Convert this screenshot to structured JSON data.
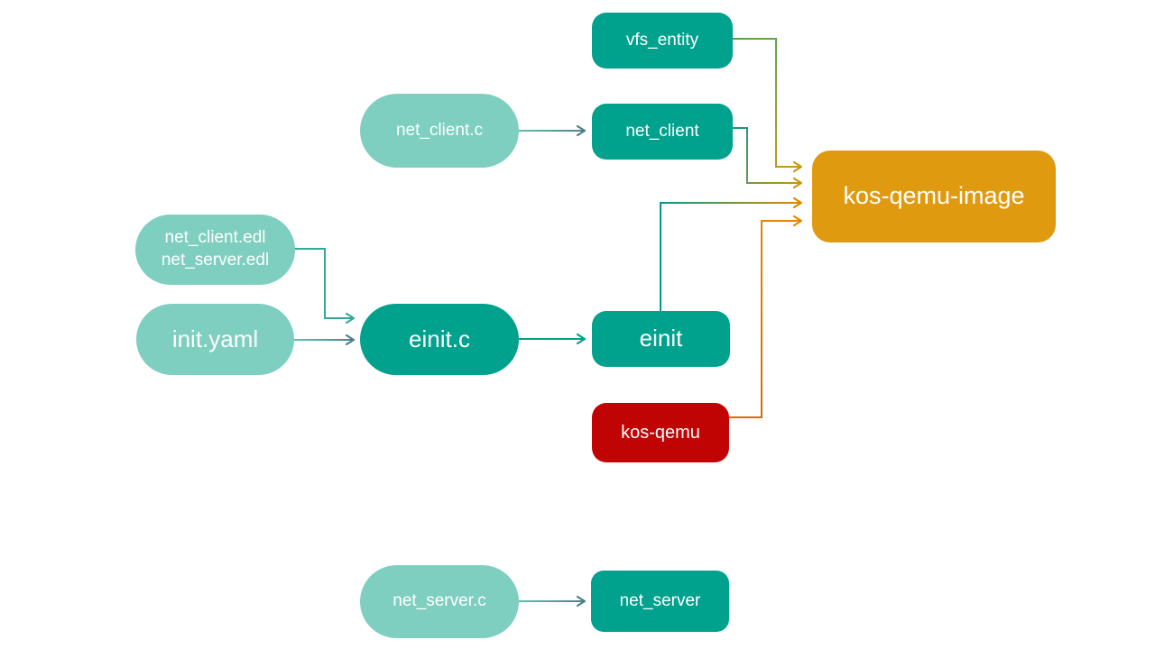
{
  "palette": {
    "mint": "#7ECFC0",
    "teal": "#00A18D",
    "red": "#C00404",
    "orange": "#E09A10",
    "text_white": "#FFFFFF",
    "line_green": "#55A348",
    "line_olive": "#7FA63C",
    "line_gold": "#CC9512",
    "line_teal": "#009982",
    "line_orange": "#E08800",
    "line_deep_orange": "#D96A00",
    "line_mint": "#62C1B1",
    "line_slate": "#4E7E88",
    "line_edl_teal": "#34A897",
    "line_solid_teal": "#00A08A"
  },
  "nodes": {
    "vfs_entity": {
      "label": "vfs_entity"
    },
    "net_client": {
      "label": "net_client"
    },
    "net_client_c": {
      "label": "net_client.c"
    },
    "edl": {
      "label_line1": "net_client.edl",
      "label_line2": "net_server.edl"
    },
    "init_yaml": {
      "label": "init.yaml"
    },
    "einit_c": {
      "label": "einit.c"
    },
    "einit": {
      "label": "einit"
    },
    "kos_qemu": {
      "label": "kos-qemu"
    },
    "kos_qemu_image": {
      "label": "kos-qemu-image"
    },
    "net_server_c": {
      "label": "net_server.c"
    },
    "net_server": {
      "label": "net_server"
    }
  },
  "edges": [
    {
      "from": "net_client.c",
      "to": "net_client"
    },
    {
      "from": "vfs_entity",
      "to": "kos-qemu-image"
    },
    {
      "from": "net_client",
      "to": "kos-qemu-image"
    },
    {
      "from": "net_client.edl / net_server.edl",
      "to": "einit.c"
    },
    {
      "from": "init.yaml",
      "to": "einit.c"
    },
    {
      "from": "einit.c",
      "to": "einit"
    },
    {
      "from": "einit",
      "to": "kos-qemu-image"
    },
    {
      "from": "kos-qemu",
      "to": "kos-qemu-image"
    },
    {
      "from": "net_server.c",
      "to": "net_server"
    }
  ]
}
